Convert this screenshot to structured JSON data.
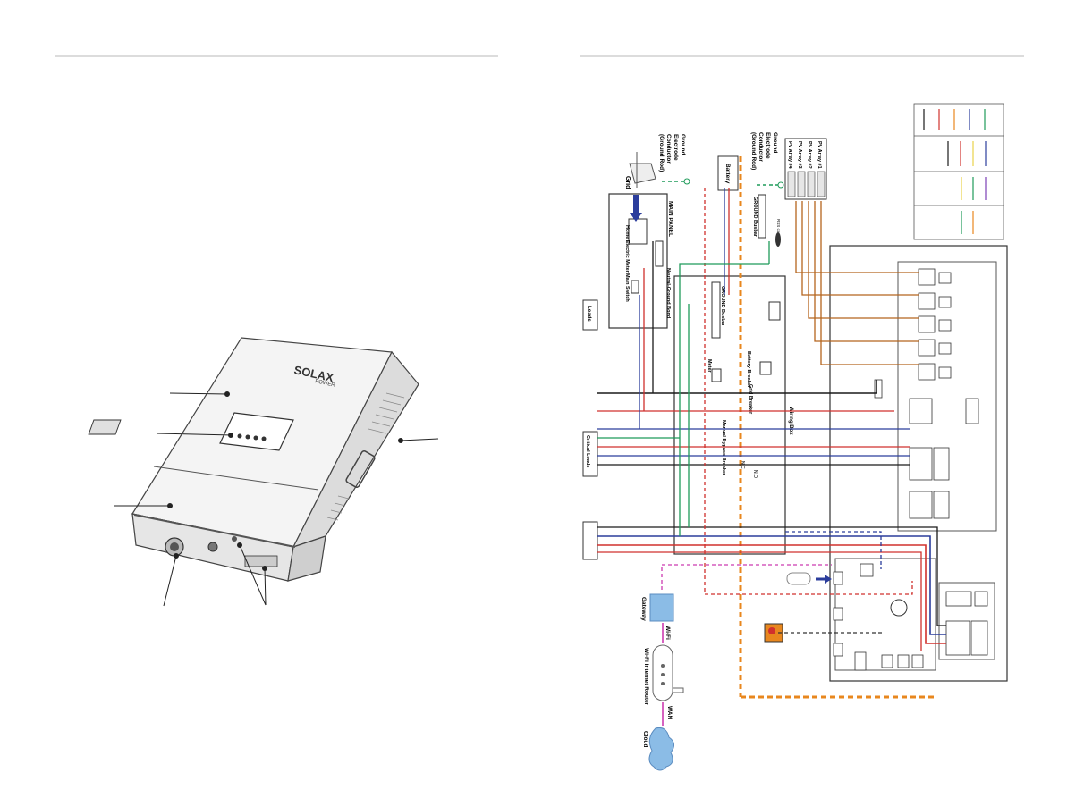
{
  "left_page": {
    "product_brand": "SOLAX",
    "product_sub": "POWER"
  },
  "wiring_diagram": {
    "grid": "Grid",
    "ground_electrode_1": [
      "Ground",
      "Electrode",
      "Conductor",
      "(Ground Rod)"
    ],
    "ground_electrode_2": [
      "Ground",
      "Electrode",
      "Conductor",
      "(Ground Rod)"
    ],
    "battery": "Battery",
    "main_panel": "MAIN PANEL",
    "home_electric_meter": "Home Electric Meter",
    "main_switch": "Main Switch",
    "neutral_ground_bond": "Neutral-Ground Bond",
    "loads": "Loads",
    "ground_busbar_1": "GROUND Busbar",
    "ground_busbar_2": "GROUND Busbar",
    "pv_arrays": [
      "PV Array #1",
      "PV Array #2",
      "PV Array #3",
      "PV Array #4"
    ],
    "wiring_box": "Wiring Box",
    "battery_breaker": "Battery Breaker",
    "grid_breaker": "Grid Breaker",
    "meter": "Meter",
    "manual_bypass_breaker": "Manual Bypass Breaker",
    "nc": "N.C",
    "no": "N.O",
    "critical_loads": "Critical Loads",
    "gateway": "Gateway",
    "wifi": "Wi-Fi",
    "wifi_router": "Wi-Fi Internet Router",
    "wan": "WAN",
    "cloud": "Cloud",
    "rss_controller": "RSS controller"
  },
  "colors": {
    "black": "#1a1a1a",
    "red": "#d0312d",
    "blue": "#2b3d9c",
    "green": "#1f9b5a",
    "orange": "#e8871e",
    "yellow": "#e8d24a",
    "magenta": "#cc3bb0",
    "brown": "#b5651d"
  }
}
